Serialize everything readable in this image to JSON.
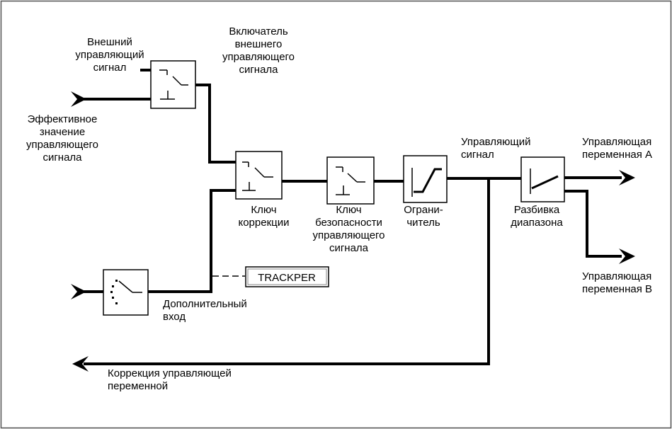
{
  "labels": {
    "external_signal": [
      "Внешний",
      "управляющий",
      "сигнал"
    ],
    "external_switch": [
      "Включатель",
      "внешнего",
      "управляющего",
      "сигнала"
    ],
    "effective_value": [
      "Эффективное",
      "значение",
      "управляющего",
      "сигнала"
    ],
    "correction_key": [
      "Ключ",
      "коррекции"
    ],
    "safety_key": [
      "Ключ",
      "безопасности",
      "управляющего",
      "сигнала"
    ],
    "limiter": [
      "Ограни-",
      "читель"
    ],
    "control_signal": [
      "Управляющий",
      "сигнал"
    ],
    "range_split": [
      "Разбивка",
      "диапазона"
    ],
    "output_a": [
      "Управляющая",
      "переменная A"
    ],
    "output_b": [
      "Управляющая",
      "переменная B"
    ],
    "additional_input": [
      "Дополнительный",
      "вход"
    ],
    "correction_output": [
      "Коррекция управляющей",
      "переменной"
    ],
    "trackper": "TRACKPER"
  }
}
